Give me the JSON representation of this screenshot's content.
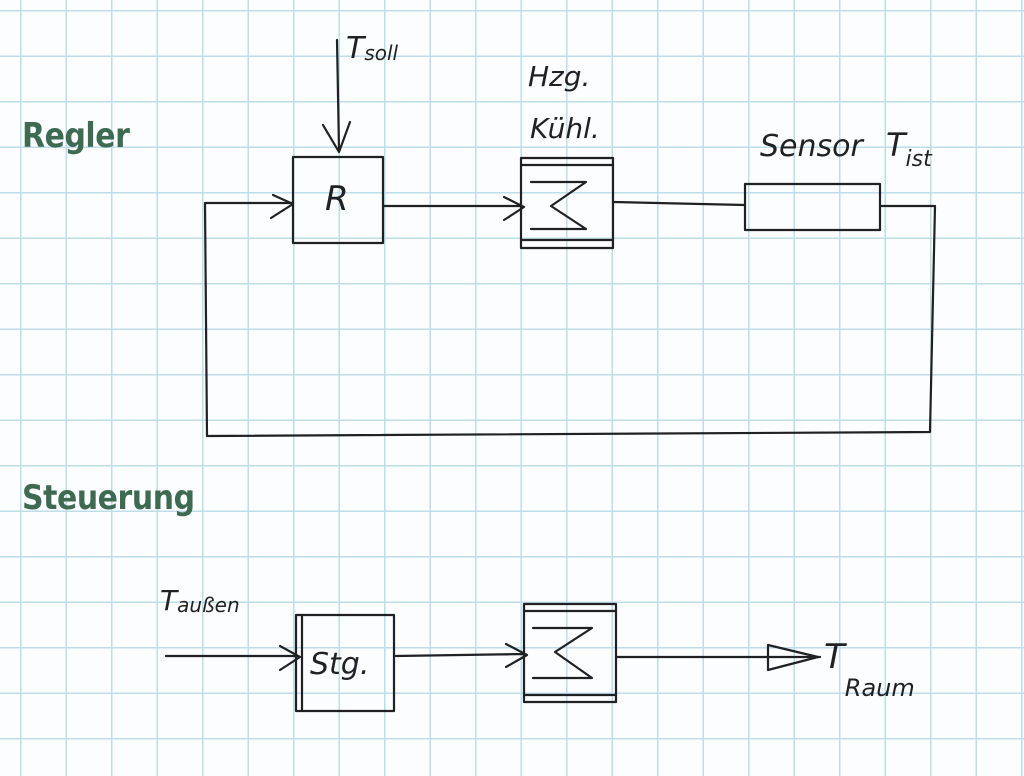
{
  "headings": {
    "closed_loop": "Regler",
    "open_loop": "Steuerung"
  },
  "closed_loop": {
    "setpoint_label": {
      "main": "T",
      "sub": "soll"
    },
    "controller_label": "R",
    "actuator_label_line1": "Hzg.",
    "actuator_label_line2": "Kühl.",
    "sensor_label": "Sensor",
    "feedback_label": {
      "main": "T",
      "sub": "ist"
    }
  },
  "open_loop": {
    "input_label": {
      "main": "T",
      "sub": "außen"
    },
    "controller_label": "Stg.",
    "output_label": {
      "main": "T",
      "sub": "Raum"
    }
  },
  "colors": {
    "heading": "#3f6a52",
    "ink": "#1f2124",
    "grid": "#bcdde9"
  }
}
